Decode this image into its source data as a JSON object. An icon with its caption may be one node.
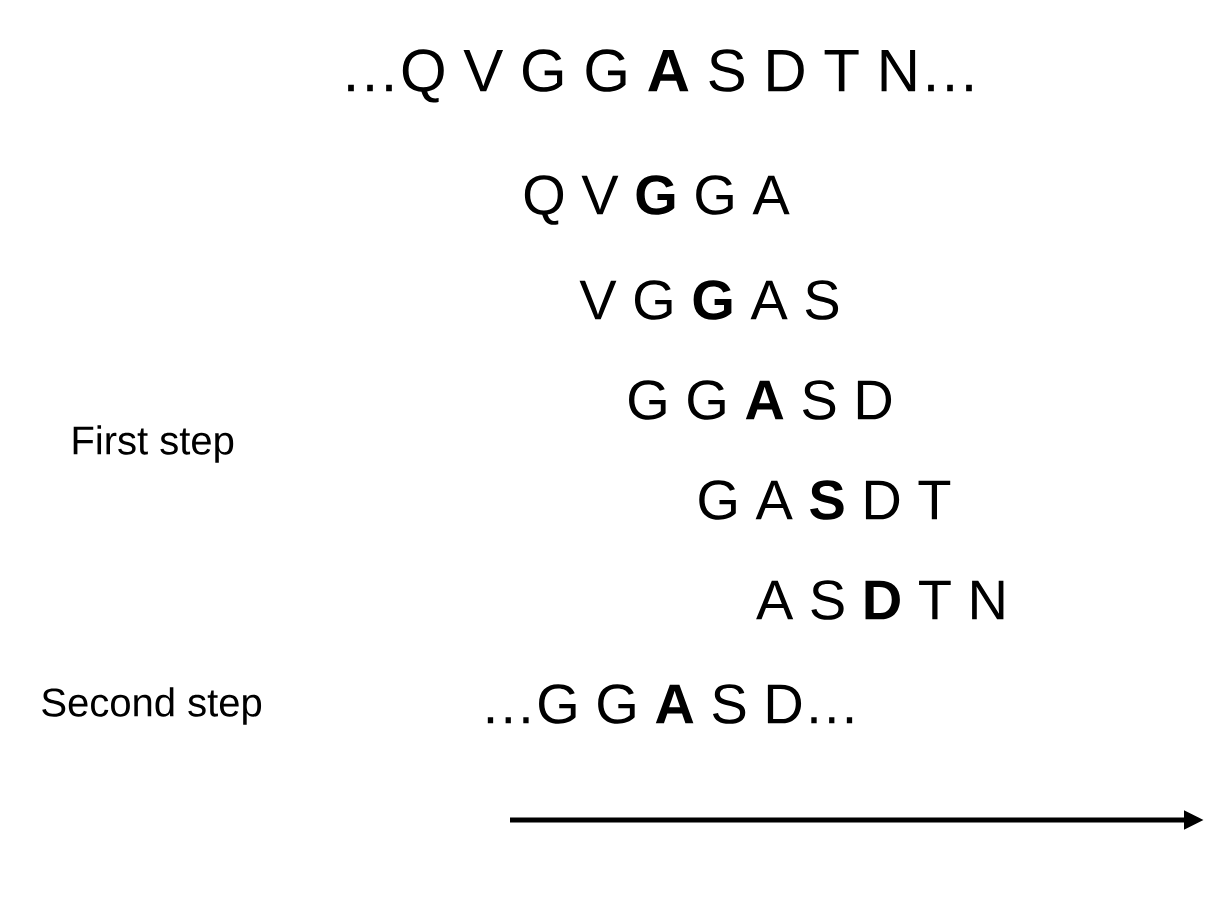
{
  "diagram": {
    "labels": [
      "…Q V G G **A** S D T N…",
      "Q V **G** G A",
      "V G **G** A S",
      "First step",
      "G G **A** S D",
      "G A **S** D T",
      "A S **D** T N",
      "Second step",
      "…G G **A** S D…"
    ]
  }
}
